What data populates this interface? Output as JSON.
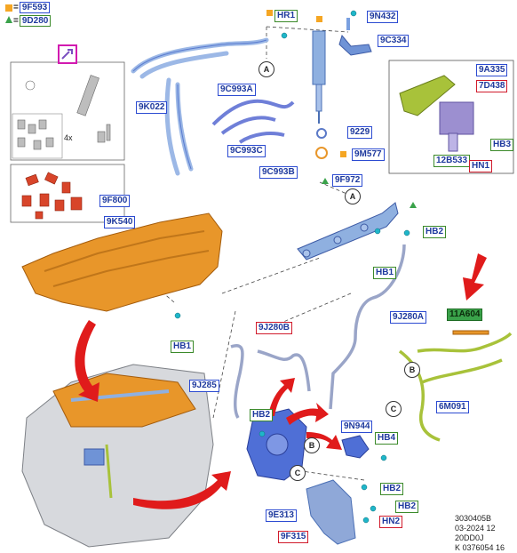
{
  "legend": [
    {
      "symbol": "square",
      "color": "#f5a623",
      "code": "9F593"
    },
    {
      "symbol": "triangle",
      "color": "#3aa24a",
      "code": "9D280"
    }
  ],
  "labels": {
    "hr1": "HR1",
    "n9n432": "9N432",
    "n9c334": "9C334",
    "n9k022": "9K022",
    "n9c993a": "9C993A",
    "n9229": "9229",
    "n9c993c": "9C993C",
    "n9m577": "9M577",
    "n9c993b": "9C993B",
    "n9f972": "9F972",
    "n9f800": "9F800",
    "n9k540": "9K540",
    "hb2_top": "HB2",
    "hb1_mid": "HB1",
    "hb1_left": "HB1",
    "n9j280b": "9J280B",
    "n9j280a": "9J280A",
    "n9j285": "9J285",
    "hb2_mid": "HB2",
    "n9n944": "9N944",
    "hb4": "HB4",
    "hb2_low1": "HB2",
    "hb2_low2": "HB2",
    "n9e313": "9E313",
    "hn2": "HN2",
    "n9f315": "9F315",
    "n9a335": "9A335",
    "n7d438": "7D438",
    "hb3": "HB3",
    "n12b533": "12B533",
    "hn1": "HN1",
    "n11a604": "11A604",
    "n6m091": "6M091"
  },
  "callouts": {
    "a1": "A",
    "a2": "A",
    "b1": "B",
    "b2": "B",
    "c1": "C",
    "c2": "C"
  },
  "qty": "4x",
  "stamp": [
    "3030405B",
    "03-2024 12",
    "20DD0J",
    "K 0376054 16"
  ],
  "colors": {
    "blue_part": "#6f93d6",
    "orange_part": "#e8962a",
    "green_harness": "#a8c23a",
    "arrow": "#e01b1b",
    "box_purple": "#9c8fd0"
  }
}
